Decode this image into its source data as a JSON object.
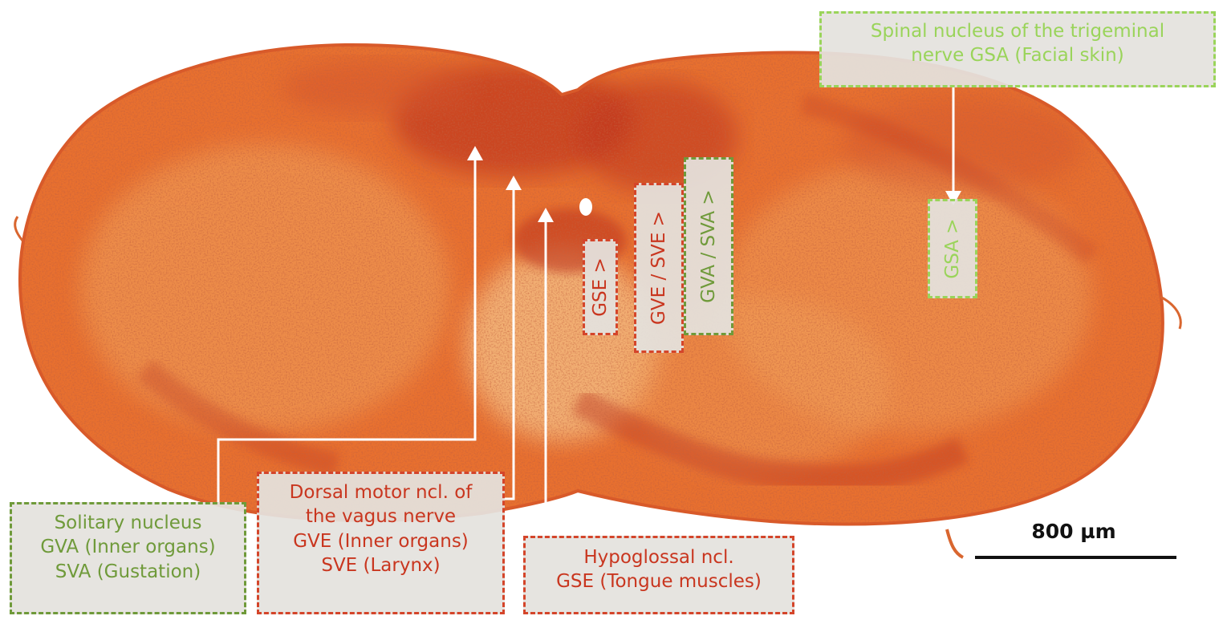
{
  "labels": {
    "trigeminal": {
      "line1": "Spinal nucleus of the trigeminal",
      "line2": "nerve GSA (Facial skin)"
    },
    "solitary": {
      "line1": "Solitary nucleus",
      "line2": "GVA (Inner organs)",
      "line3": "SVA (Gustation)"
    },
    "dorsal_motor": {
      "line1": "Dorsal motor ncl. of",
      "line2": "the vagus nerve",
      "line3": "GVE (Inner organs)",
      "line4": "SVE (Larynx)"
    },
    "hypoglossal": {
      "line1": "Hypoglossal ncl.",
      "line2": "GSE (Tongue muscles)"
    },
    "tags": {
      "gse": "GSE >",
      "gve_sve": "GVE / SVE >",
      "gva_sva": "GVA / SVA >",
      "gsa": "GSA >"
    }
  },
  "scale_bar": {
    "label": "800 µm"
  },
  "colors": {
    "tissue": "#e8702f",
    "tissue_dark": "#c0361a",
    "tissue_light": "#f2a45f",
    "white_matter": "#f6c48a",
    "green_label": "#6f9a3a",
    "red_label": "#d4452a",
    "lime_label": "#9ad45a",
    "arrow": "#ffffff"
  }
}
